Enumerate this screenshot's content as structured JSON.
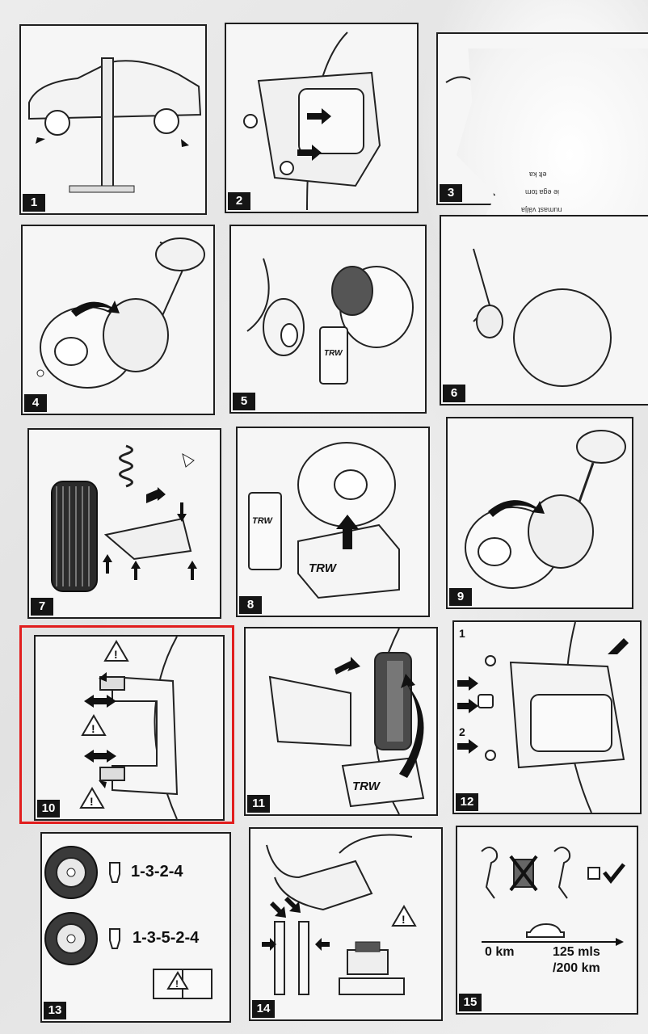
{
  "accent": "#e11d1d",
  "steps": [
    "1",
    "2",
    "3",
    "4",
    "5",
    "6",
    "7",
    "8",
    "9",
    "10",
    "11",
    "12",
    "13",
    "14",
    "15"
  ],
  "brand": "TRW",
  "panel3_text": [
    "elt ka",
    "ie ega tom",
    "numast välja"
  ],
  "panel12": {
    "callout1": "1",
    "callout2": "2"
  },
  "panel13": {
    "sequence_1": "1-3-2-4",
    "sequence_2": "1-3-5-2-4"
  },
  "panel15": {
    "start": "0 km",
    "end_1": "125 mls",
    "end_2": "/200 km"
  },
  "icons": [
    "warning-triangle-icon",
    "arrow-icon",
    "checkmark-icon",
    "crossed-out-icon",
    "manual-book-icon",
    "car-icon"
  ]
}
